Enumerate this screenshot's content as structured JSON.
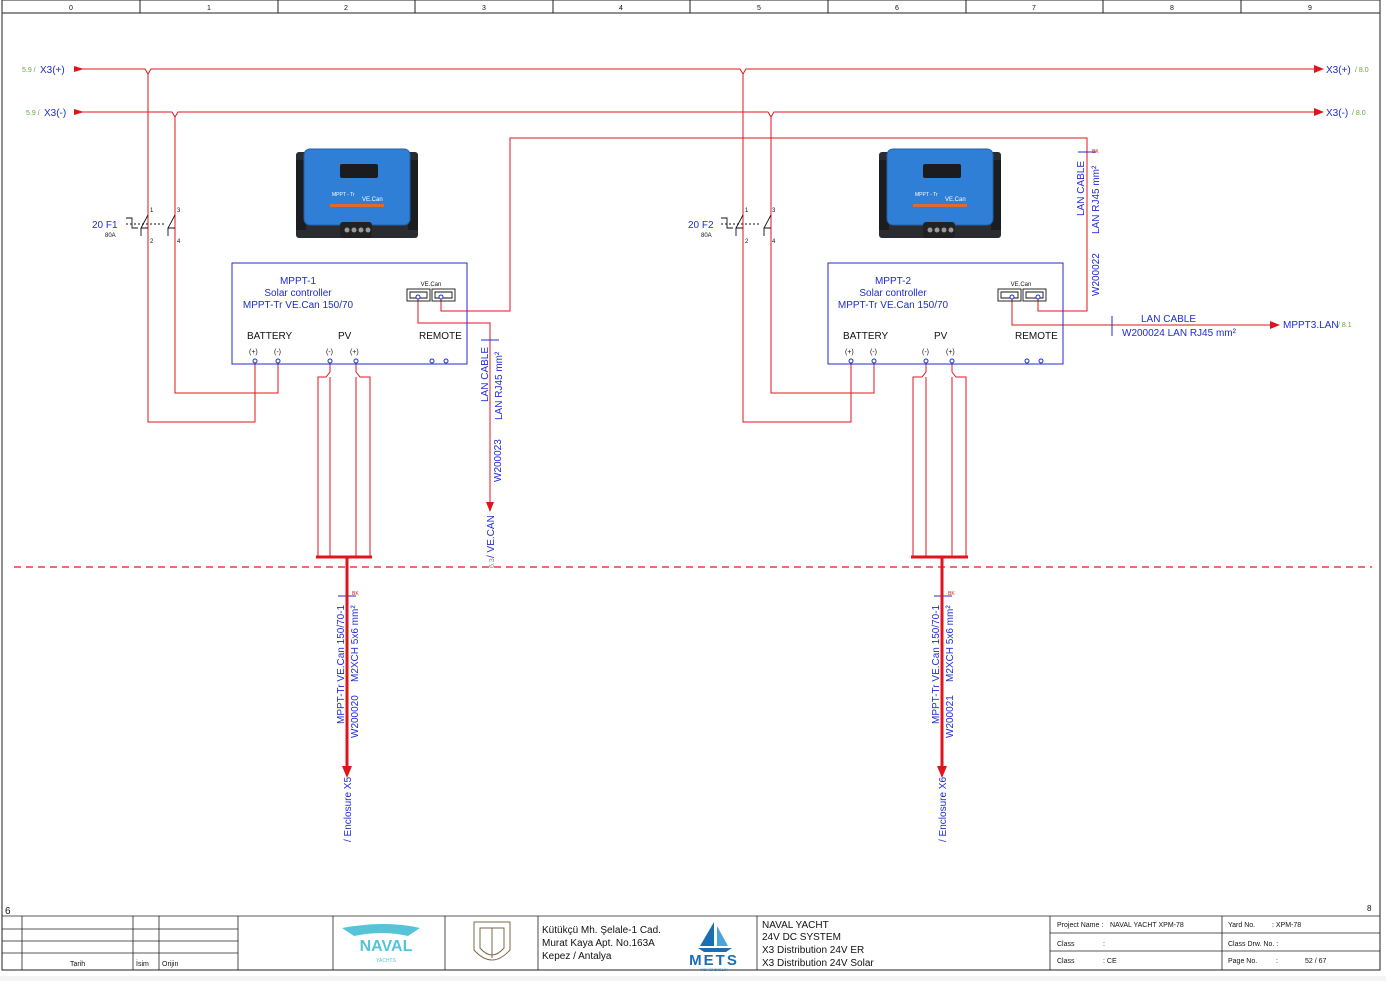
{
  "grid": {
    "columns": [
      "0",
      "1",
      "2",
      "3",
      "4",
      "5",
      "6",
      "7",
      "8",
      "9"
    ],
    "row_left": "6",
    "row_right": "8"
  },
  "bus": {
    "pos_left_ref": "5.9 /",
    "pos_left_label": "X3(+)",
    "pos_right_label": "X3(+)",
    "pos_right_ref": "/ 8.0",
    "neg_left_ref": "5.9 /",
    "neg_left_label": "X3(-)",
    "neg_right_label": "X3(-)",
    "neg_right_ref": "/ 8.0"
  },
  "breakers": [
    {
      "name": "20 F1",
      "rating": "80A",
      "pin1": "1",
      "pin2": "2",
      "pin3": "3",
      "pin4": "4"
    },
    {
      "name": "20 F2",
      "rating": "80A",
      "pin1": "1",
      "pin2": "2",
      "pin3": "3",
      "pin4": "4"
    }
  ],
  "controllers": [
    {
      "title": "MPPT-1",
      "desc": "Solar controller",
      "model": "MPPT-Tr VE.Can 150/70",
      "vecan": "VE.Can",
      "battery": "BATTERY",
      "pv": "PV",
      "remote": "REMOTE",
      "plus": "(+)",
      "minus": "(-)",
      "device_model": "MPPT - Tr",
      "device_vecan": "VE.Can"
    },
    {
      "title": "MPPT-2",
      "desc": "Solar controller",
      "model": "MPPT-Tr VE.Can 150/70",
      "vecan": "VE.Can",
      "battery": "BATTERY",
      "pv": "PV",
      "remote": "REMOTE",
      "plus": "(+)",
      "minus": "(-)",
      "device_model": "MPPT - Tr",
      "device_vecan": "VE.Can"
    }
  ],
  "cables": {
    "w23_a": "LAN CABLE",
    "w23_b": "LAN RJ45 mm²",
    "w23_c": "W200023",
    "vecan_ref": "/ VE.CAN",
    "vecan_ref_num": "6.3",
    "w22_a": "LAN CABLE",
    "w22_b": "LAN RJ45 mm²",
    "w22_c": "W200022",
    "w22_tag": "BK",
    "w24_a": "LAN CABLE",
    "w24_b": "W200024  LAN RJ45 mm²",
    "mppt3": "MPPT3.LAN",
    "mppt3_ref": "/ 8.1",
    "w20_a": "MPPT-Tr VE.Can 150/70-1",
    "w20_b": "M2XCH 5x6 mm²",
    "w20_c": "W200020",
    "w20_tag": "BK",
    "enc5": "/ Enclosure X5",
    "w21_a": "MPPT-Tr VE.Can 150/70-1",
    "w21_b": "M2XCH 5x6 mm²",
    "w21_c": "W200021",
    "w21_tag": "BK",
    "enc6": "/ Enclosure X6"
  },
  "title_block": {
    "tarih": "Tarih",
    "isim": "İsim",
    "orijin": "Orijin",
    "addr1": "Kütükçü Mh. Şelale-1 Cad.",
    "addr2": "Murat Kaya Apt. No.163A",
    "addr3": "Kepez  / Antalya",
    "logo_naval": "NAVAL",
    "logo_naval_sub": "YACHTS",
    "logo_mets": "METS",
    "logo_mets_sub": "MÜHENDİSLİK",
    "desc1": "NAVAL YACHT",
    "desc2": "24V DC SYSTEM",
    "desc3": "X3 Distribution 24V ER",
    "desc4": "X3 Distribution 24V Solar",
    "project_label": "Project Name :",
    "project_value": "NAVAL YACHT  XPM-78",
    "class1_label": "Class",
    "class1_value": ":",
    "class2_label": "Class",
    "class2_value": ": CE",
    "yard_label": "Yard No.",
    "yard_value": ": XPM-78",
    "classdrw_label": "Class Drw. No. :",
    "page_label": "Page No.",
    "page_colon": ":",
    "page_value": "52 / 67"
  }
}
